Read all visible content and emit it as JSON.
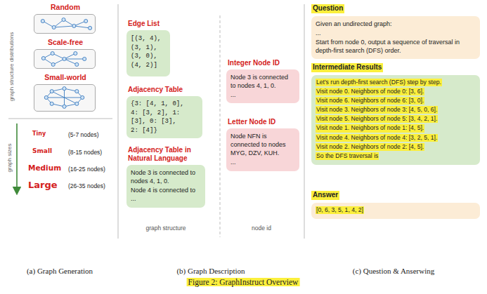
{
  "diagram": {
    "caption": "Figure 2: GraphInstruct Overview",
    "nodes": [
      {
        "text": [
          "Random"
        ]
      },
      {
        "text": [
          "Scale-free"
        ]
      },
      {
        "text": [
          "Small-world"
        ]
      },
      {
        "text": [
          "Edge List",
          "[(3, 4), (3, 1), (3, 0), (4, 2)]"
        ]
      },
      {
        "text": [
          "Adjacency Table",
          "{3: [4, 1, 0], 4: [3, 2], 1: [3], 0: [3], 2: [4]}"
        ]
      },
      {
        "text": [
          "Adjacency Table in Natural Language",
          "Node 3 is connected to nodes 4, 1, 0.",
          "Node 4 is connected to ..."
        ]
      },
      {
        "text": [
          "Integer Node ID",
          "Node 3 is connected to nodes 4, 1, 0.",
          "..."
        ]
      },
      {
        "text": [
          "Letter Node ID",
          "Node NFN is connected to nodes MYG, DZV, KUH.",
          "..."
        ]
      },
      {
        "text": [
          "Question",
          "Given an undirected graph:",
          "...",
          "Start from node 0, output a sequence of traversal in depth-first search (DFS) order."
        ]
      },
      {
        "text": [
          "Intermediate Results",
          "Let's run depth-first search (DFS) step by step.",
          "Visit node 0. Neighbors of node 0: [3, 6].",
          "Visit node 6. Neighbors of node 6: [3, 0].",
          "Visit node 3. Neighbors of node 3: [4, 5, 0, 6].",
          "Visit node 5. Neighbors of node 5: [3, 4, 2, 1].",
          "Visit node 1. Neighbors of node 1: [4, 5].",
          "Visit node 4. Neighbors of node 4: [3, 2, 5, 1].",
          "Visit node 2. Neighbors of node 2: [4, 5].",
          "So the DFS traversal is"
        ]
      },
      {
        "text": [
          "Answer",
          "[0, 6, 3, 5, 1, 4, 2]"
        ]
      }
    ],
    "edges": [],
    "labels": [
      "graph structure distributions",
      "Tiny",
      "(5-7 nodes)",
      "Small",
      "(8-15 nodes)",
      "Medium",
      "(16-25 nodes)",
      "Large",
      "(26-35 nodes)",
      "graph sizes",
      "(a) Graph Generation",
      "graph structure",
      "node id",
      "(b) Graph Description",
      "(c) Question & Anserwing"
    ]
  }
}
